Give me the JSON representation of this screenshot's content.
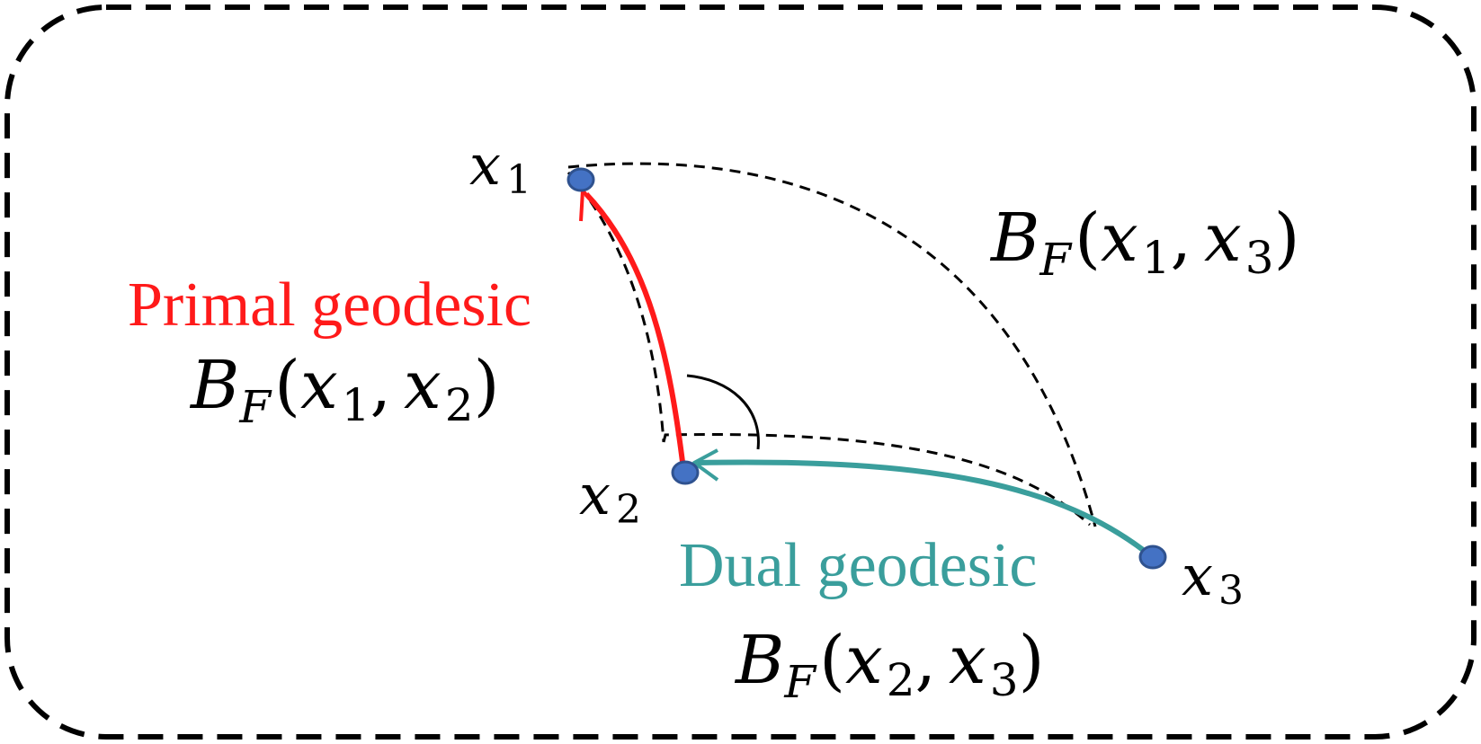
{
  "colors": {
    "primal": "#ff1a1a",
    "dual": "#3a9e9c",
    "point_fill": "#4472c4",
    "point_stroke": "#2f528f",
    "dashed": "#000000"
  },
  "points": {
    "x1": {
      "base": "x",
      "sub": "1"
    },
    "x2": {
      "base": "x",
      "sub": "2"
    },
    "x3": {
      "base": "x",
      "sub": "3"
    }
  },
  "labels": {
    "primal_title": "Primal geodesic",
    "dual_title": "Dual geodesic"
  },
  "divergences": {
    "d12": {
      "B": "B",
      "F": "F",
      "open": "(",
      "a": "x",
      "a_sub": "1",
      "comma": ",",
      "b": "x",
      "b_sub": "2",
      "close": ")"
    },
    "d13": {
      "B": "B",
      "F": "F",
      "open": "(",
      "a": "x",
      "a_sub": "1",
      "comma": ",",
      "b": "x",
      "b_sub": "3",
      "close": ")"
    },
    "d23": {
      "B": "B",
      "F": "F",
      "open": "(",
      "a": "x",
      "a_sub": "2",
      "comma": ",",
      "b": "x",
      "b_sub": "3",
      "close": ")"
    }
  }
}
